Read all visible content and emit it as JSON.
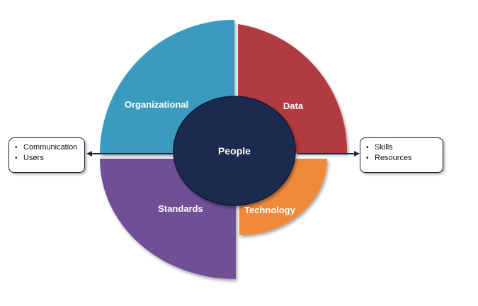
{
  "segments": {
    "organizational": {
      "label": "Organizational",
      "color": "#3a9bbf"
    },
    "data": {
      "label": "Data",
      "color": "#b03a3f"
    },
    "standards": {
      "label": "Standards",
      "color": "#6f4f96"
    },
    "technology": {
      "label": "Technology",
      "color": "#f08a3a"
    }
  },
  "center": {
    "label": "People",
    "color": "#1a2b50"
  },
  "callouts": {
    "left": {
      "items": [
        "Communication",
        "Users"
      ]
    },
    "right": {
      "items": [
        "Skills",
        "Resources"
      ]
    }
  }
}
